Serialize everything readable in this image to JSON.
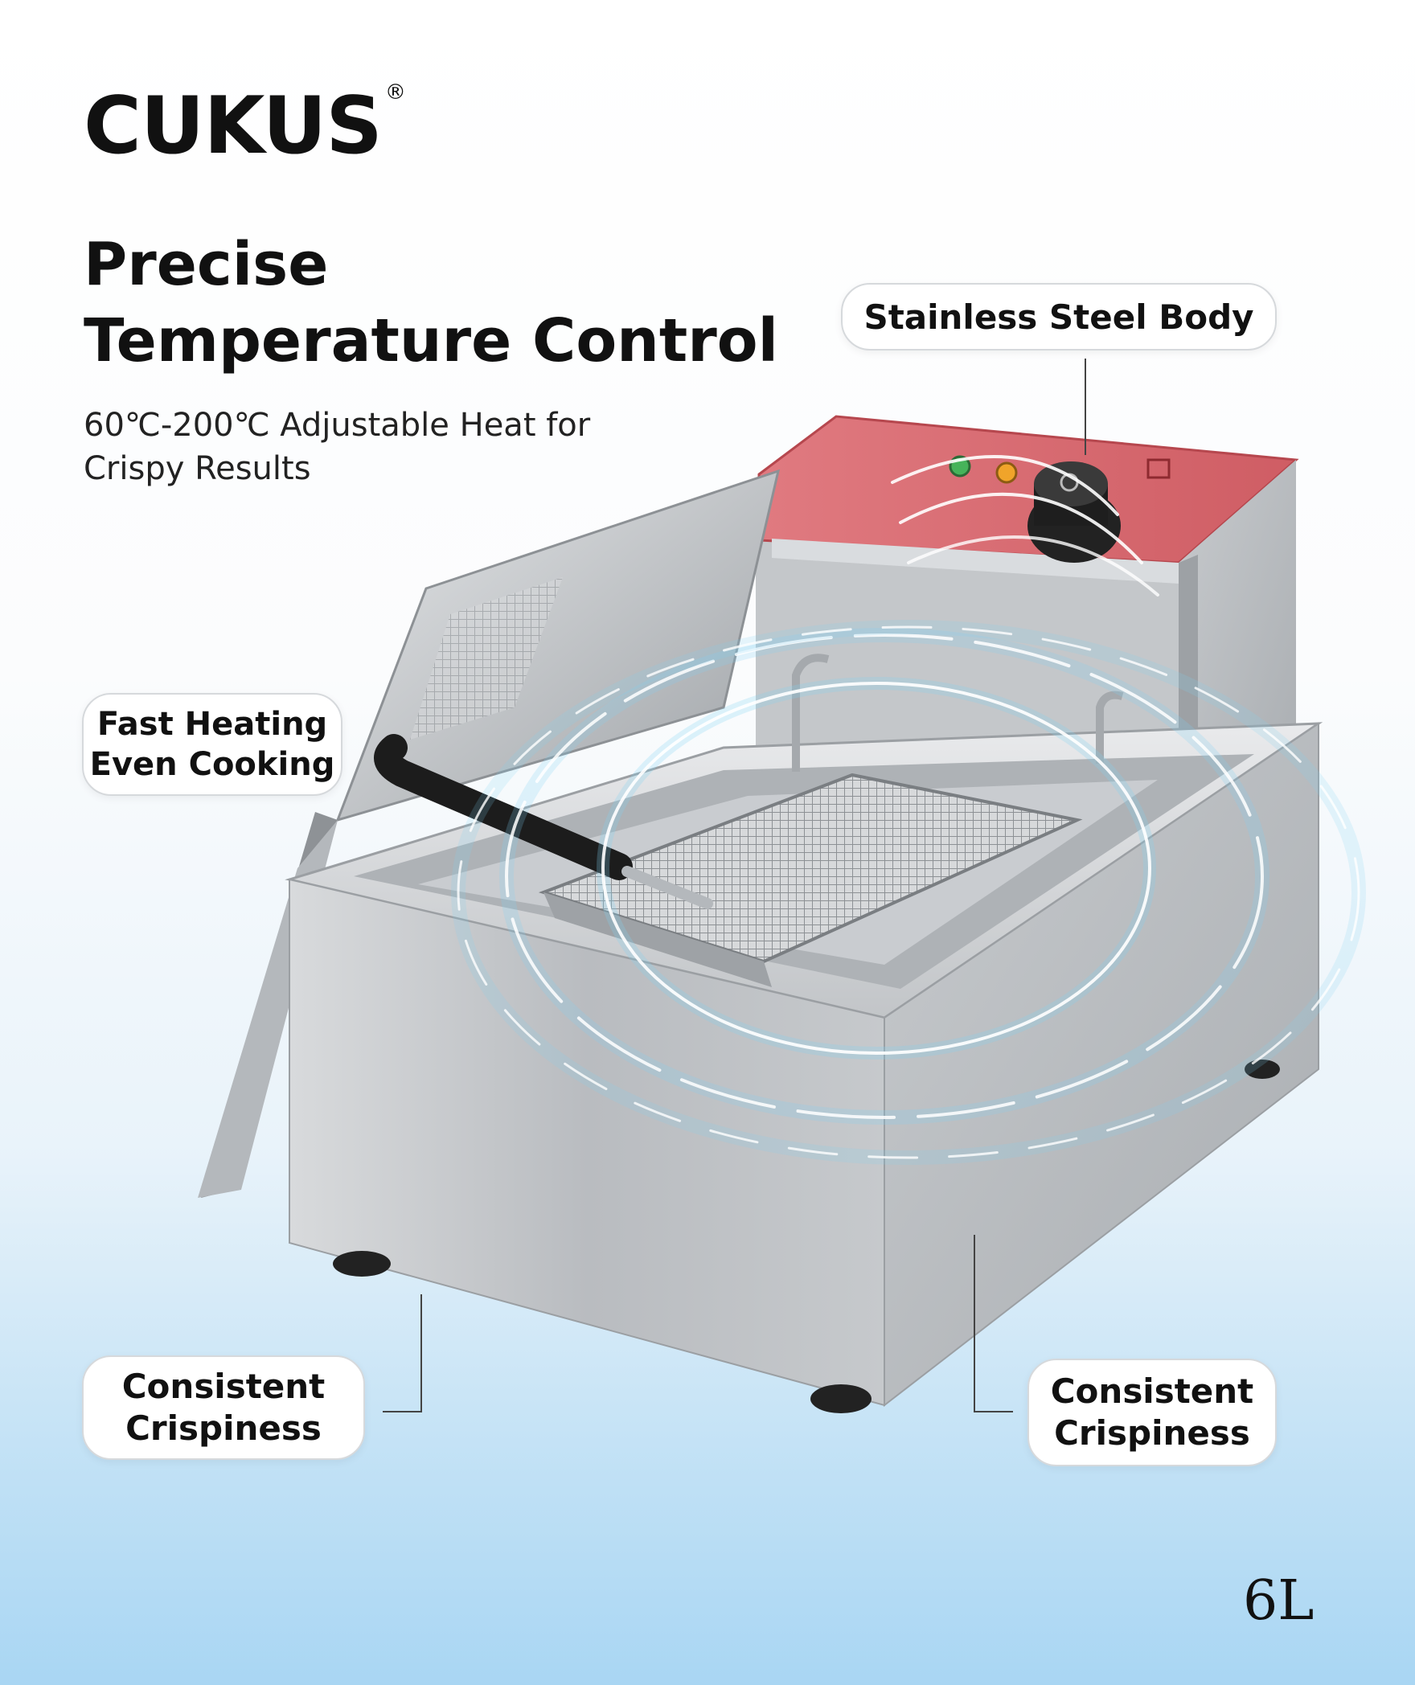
{
  "brand": {
    "name": "CUKUS",
    "mark": "®"
  },
  "headline": {
    "line1": "Precise",
    "line2": "Temperature Control"
  },
  "subtitle": {
    "line1": "60℃-200℃ Adjustable Heat for",
    "line2": "Crispy Results"
  },
  "callouts": {
    "steel_body": "Stainless Steel Body",
    "fast_heating": {
      "line1": "Fast Heating",
      "line2": "Even Cooking"
    },
    "crisp_left": {
      "line1": "Consistent",
      "line2": "Crispiness"
    },
    "crisp_right": {
      "line1": "Consistent",
      "line2": "Crispiness"
    }
  },
  "capacity": "6L",
  "colors": {
    "control_panel": "#d9656b",
    "steel": "#c9ccd0",
    "heat_glow": "#7fd3f5",
    "pill_border": "#d6d9dc"
  }
}
